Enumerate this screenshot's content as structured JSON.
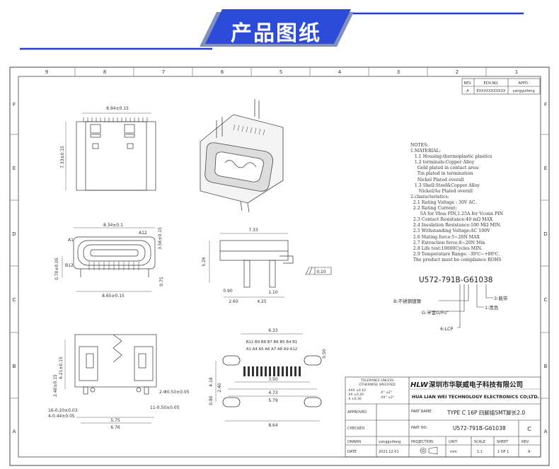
{
  "banner": {
    "title": "产品图纸",
    "accent": "#1f3fd6",
    "shape": "#7f8fbf"
  },
  "frame": {
    "cols_top": [
      "9",
      "8",
      "7",
      "6",
      "5",
      "4",
      "3",
      "2",
      "1"
    ],
    "rows_left": [
      "F",
      "E",
      "D",
      "C",
      "B",
      "A"
    ],
    "rows_right": [
      "F",
      "E",
      "D",
      "C",
      "B",
      "A"
    ]
  },
  "revision": {
    "h_rev": "REV.",
    "h_ecn": "ECN.NO.",
    "h_appd": "APPD.",
    "rev": "A",
    "ecn": "EXXXXXXXXXXX",
    "appd": "yangguifeng"
  },
  "dims": {
    "top_width": "8.94±0.15",
    "top_height": "7.33±0.15",
    "front_inner": "8.34±0.1",
    "front_h": "3.56±0.15",
    "front_a1": "A1",
    "front_a12": "A12",
    "front_b12": "B12",
    "front_pin_h": "0.70±0.05",
    "front_075": "0.75",
    "front_width": "8.65±0.15",
    "side_width": "7.33",
    "side_h": "5.26",
    "side_090": "0.90",
    "side_110": "1.10",
    "side_260": "2.60",
    "side_425": "4.25",
    "flatness": "0.10",
    "bot_h1": "6.21±0.15",
    "bot_h2": "2.40±0.15",
    "bot_pin": "2-Φ0.50±0.05",
    "bot_16": "16-0.20±0.03",
    "bot_4": "4-0.44±0.05",
    "bot_11": "11-0.50±0.05",
    "bot_575": "5.75",
    "bot_676": "6.76",
    "pcb_633": "6.33",
    "pcb_pins_top": "B12 B9 B8 B7 B6 B5 B4 B1",
    "pcb_pins_bot": "A1 A4 A5 A6 A7 A8 A9 A12",
    "pcb_050": "0.50",
    "pcb_350": "3.50",
    "pcb_473": "4.73",
    "pcb_579": "5.79",
    "pcb_864": "8.64",
    "pcb_418": "4.18",
    "pcb_240": "2.40",
    "pcb_080": "0.80"
  },
  "notes": "NOTES:\n1.MATERIAL:\n   1.1 Housing:thermoplastic plastics\n   1.2 terminals:Copper Alloy\n     Gold plated in contact area:\n     Tin plated in termination\n     Nickel Plated overall\n   1.3 Shell:Steel&Copper Alloy\n      Nickel/Au Plated overall\n2.characteristics:\n  2.1 Rating Voltage : 30V AC.\n  2.2 Rating Current:\n       5A for Vbus PIN,1.25A for Vconn PIN\n  2.3 Contact Resistance:40 mΩ MAX\n  2.4 Insulation Resistance:100 MΩ MIN.\n  2.5 Withstanding Voltage:AC 100V\n  2.6 Mating force:5~20N MAX\n  2.7 Extraction force:8~20N Min\n  2.8 Life test:10000Cycles MIN.\n  2.9 Temperature Range: -30℃~+80℃.\n  The product must be compliance ROHS",
  "part_code": {
    "code": "U572-791B-G61038",
    "l3": "3:载带",
    "l1": "1:黑色",
    "lb": "B:不锈钢镀镍",
    "lg": "G:半金G/Fu\"",
    "l6": "6:LCP"
  },
  "title_block": {
    "tol_title": "TOLERANCE UNLESS",
    "tol_sub": "OTHERWISE SPECIFIED",
    "tol_rows": [
      ".XXX ±0.10",
      ".XX ±0.20",
      ".X ±0.30",
      ".X° ±2°",
      ".XX° ±2°"
    ],
    "logo": "HLW",
    "company_cn": "深圳市华联威电子科技有限公司",
    "company_en": "HUA LIAN WEI TECHNOLOGY ELECTRONICS CO;LTD.",
    "approved": "APPROVED",
    "part_name_label": "PART NAME:",
    "part_name": "TYPE C 16P 四脚插SMT脚长2.0",
    "checked": "CHECKED",
    "part_no_label": "PART NO:",
    "part_no": "U572-791B-G61038",
    "rev_letter": "C",
    "drawn": "DRAWN",
    "drawn_by": "yangguifeng",
    "projection": "PROJECTION:",
    "unit_label": "UNIT:",
    "scale_label": "SCALE",
    "sheet_label": "SHEET",
    "rev_label": "REV:",
    "date_label": "DATE",
    "date": "2021.12.01",
    "unit": "mm",
    "scale": "1:1",
    "sheet": "1 OF 1",
    "rev": "A"
  }
}
